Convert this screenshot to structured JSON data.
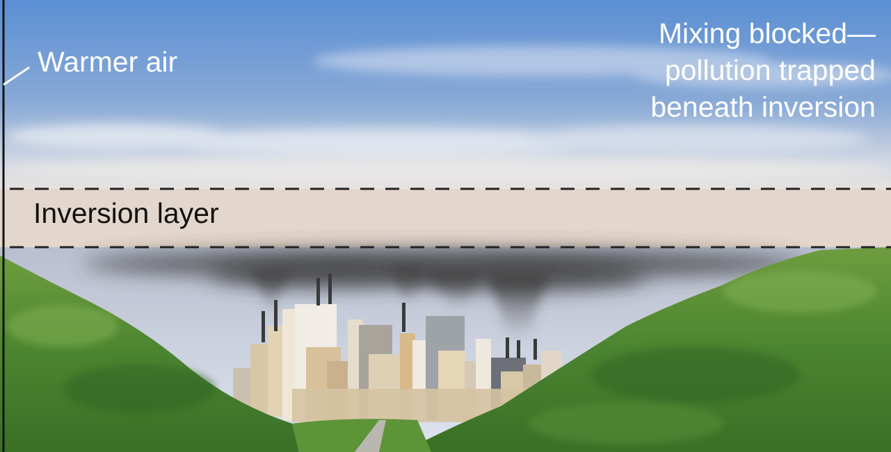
{
  "labels": {
    "warmer_air": "Warmer air",
    "inversion_layer": "Inversion layer",
    "mixing_note": [
      "Mixing blocked—",
      "pollution trapped",
      "beneath inversion"
    ]
  },
  "colors": {
    "sky_top": "#5f92d6",
    "sky_bottom": "#dfe3ea",
    "inversion_band": "#e3d6cc",
    "valley_air": "#c7cfdf",
    "smog": "#4a4a4a",
    "hills": "#3f7d2a",
    "hills_light": "#7fab4a",
    "city": "#d9c9ad",
    "label_text": "#ffffff",
    "band_text": "#111111"
  }
}
